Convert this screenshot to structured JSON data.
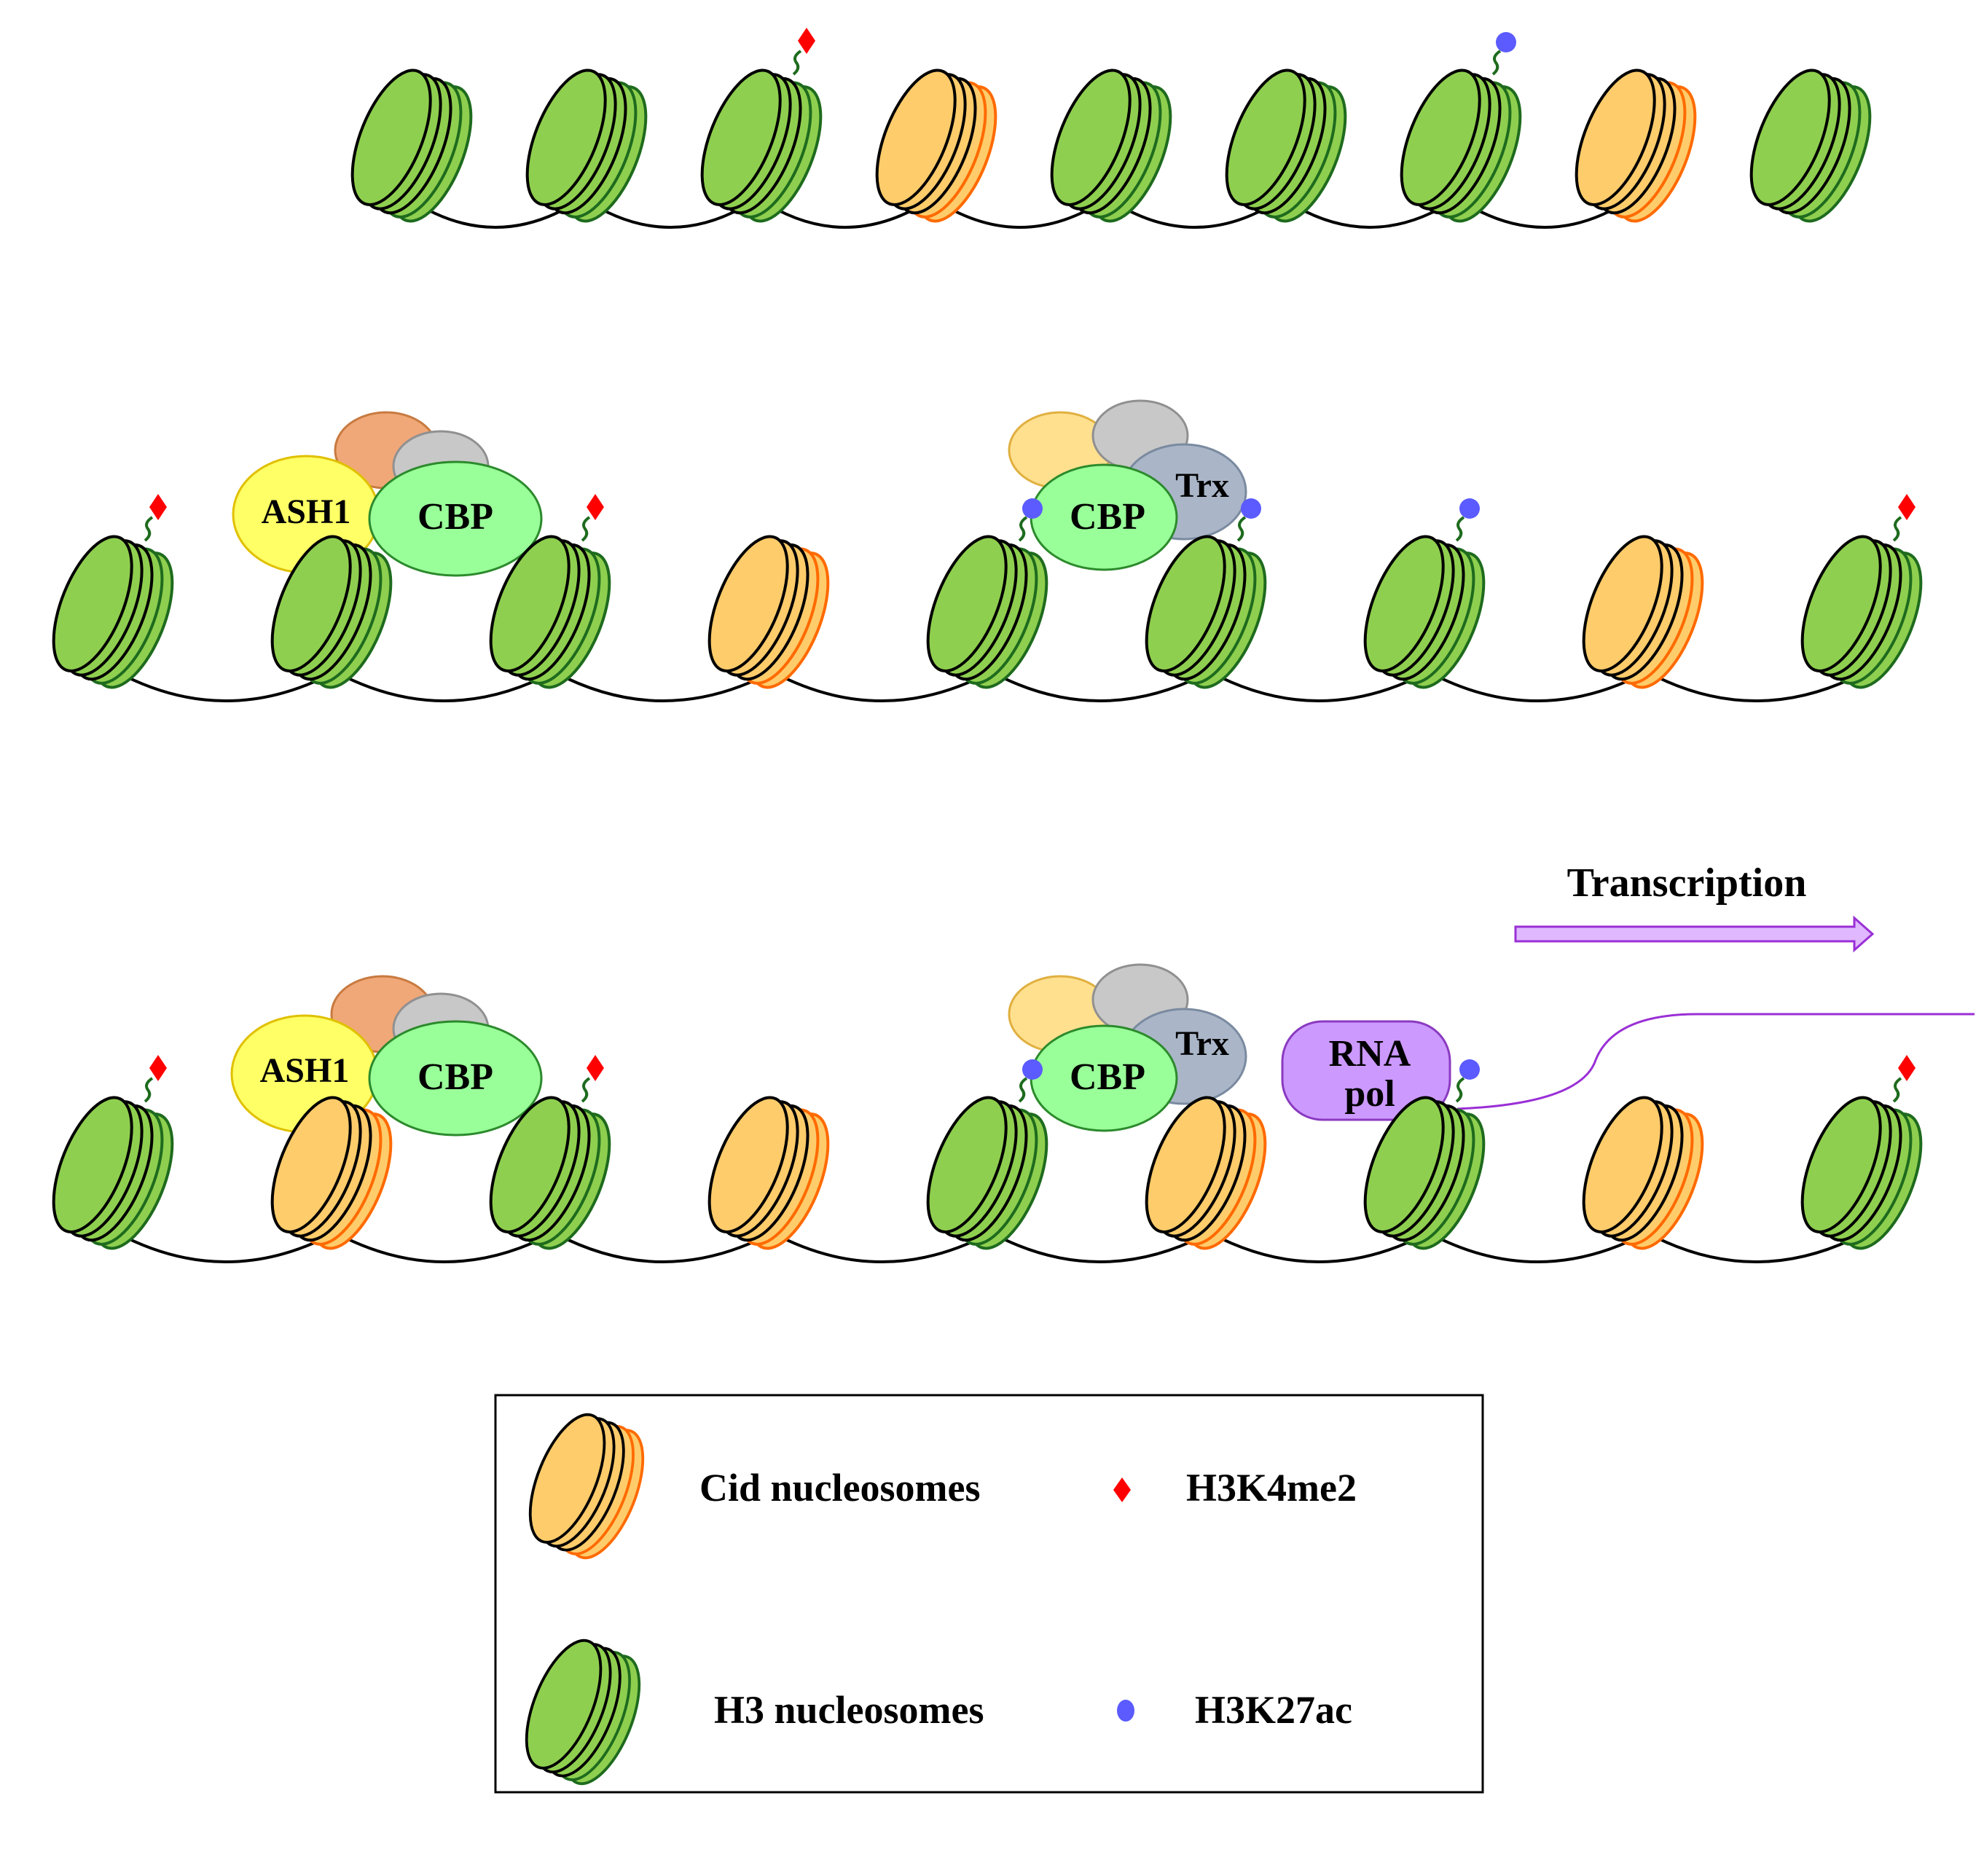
{
  "colors": {
    "h3_fill": "#8fcf4f",
    "h3_stroke": "#1e6b1e",
    "cid_fill": "#ffcc6b",
    "cid_stroke": "#ff6a00",
    "dna": "#000000",
    "h3k4me2": "#ff0000",
    "h3k27ac": "#5b5bff",
    "ash1": "#ffff66",
    "cbp": "#99ff99",
    "trx": "#aab6c8",
    "rna_pol": "#cc99ff",
    "transcript": "#9a2fd6",
    "complex_orange": "#f0a878",
    "complex_gray": "#c8c8c8",
    "complex_yellow": "#ffe08f"
  },
  "rows": [
    {
      "nucleosomes": [
        {
          "type": "H3",
          "mark": null
        },
        {
          "type": "H3",
          "mark": null
        },
        {
          "type": "H3",
          "mark": "H3K4me2"
        },
        {
          "type": "Cid",
          "mark": null
        },
        {
          "type": "H3",
          "mark": null
        },
        {
          "type": "H3",
          "mark": null
        },
        {
          "type": "H3",
          "mark": "H3K27ac"
        },
        {
          "type": "Cid",
          "mark": null
        },
        {
          "type": "H3",
          "mark": null
        }
      ]
    },
    {
      "nucleosomes": [
        {
          "type": "H3",
          "mark": "H3K4me2"
        },
        {
          "type": "H3",
          "mark": null
        },
        {
          "type": "H3",
          "mark": "H3K4me2"
        },
        {
          "type": "Cid",
          "mark": null
        },
        {
          "type": "H3",
          "mark": "H3K27ac"
        },
        {
          "type": "H3",
          "mark": "H3K27ac"
        },
        {
          "type": "H3",
          "mark": "H3K27ac"
        },
        {
          "type": "Cid",
          "mark": null
        },
        {
          "type": "H3",
          "mark": "H3K4me2"
        }
      ]
    },
    {
      "nucleosomes": [
        {
          "type": "H3",
          "mark": "H3K4me2"
        },
        {
          "type": "Cid",
          "mark": null
        },
        {
          "type": "H3",
          "mark": "H3K4me2"
        },
        {
          "type": "Cid",
          "mark": null
        },
        {
          "type": "H3",
          "mark": "H3K27ac"
        },
        {
          "type": "Cid",
          "mark": null
        },
        {
          "type": "H3",
          "mark": "H3K27ac"
        },
        {
          "type": "Cid",
          "mark": null
        },
        {
          "type": "H3",
          "mark": "H3K4me2"
        }
      ]
    }
  ],
  "labels": {
    "ash1": "ASH1",
    "cbp": "CBP",
    "trx": "Trx",
    "rna_pol_line1": "RNA",
    "rna_pol_line2": "pol",
    "transcription": "Transcription"
  },
  "legend": {
    "cid": "Cid nucleosomes",
    "h3": "H3 nucleosomes",
    "h3k4me2": "H3K4me2",
    "h3k27ac": "H3K27ac"
  }
}
